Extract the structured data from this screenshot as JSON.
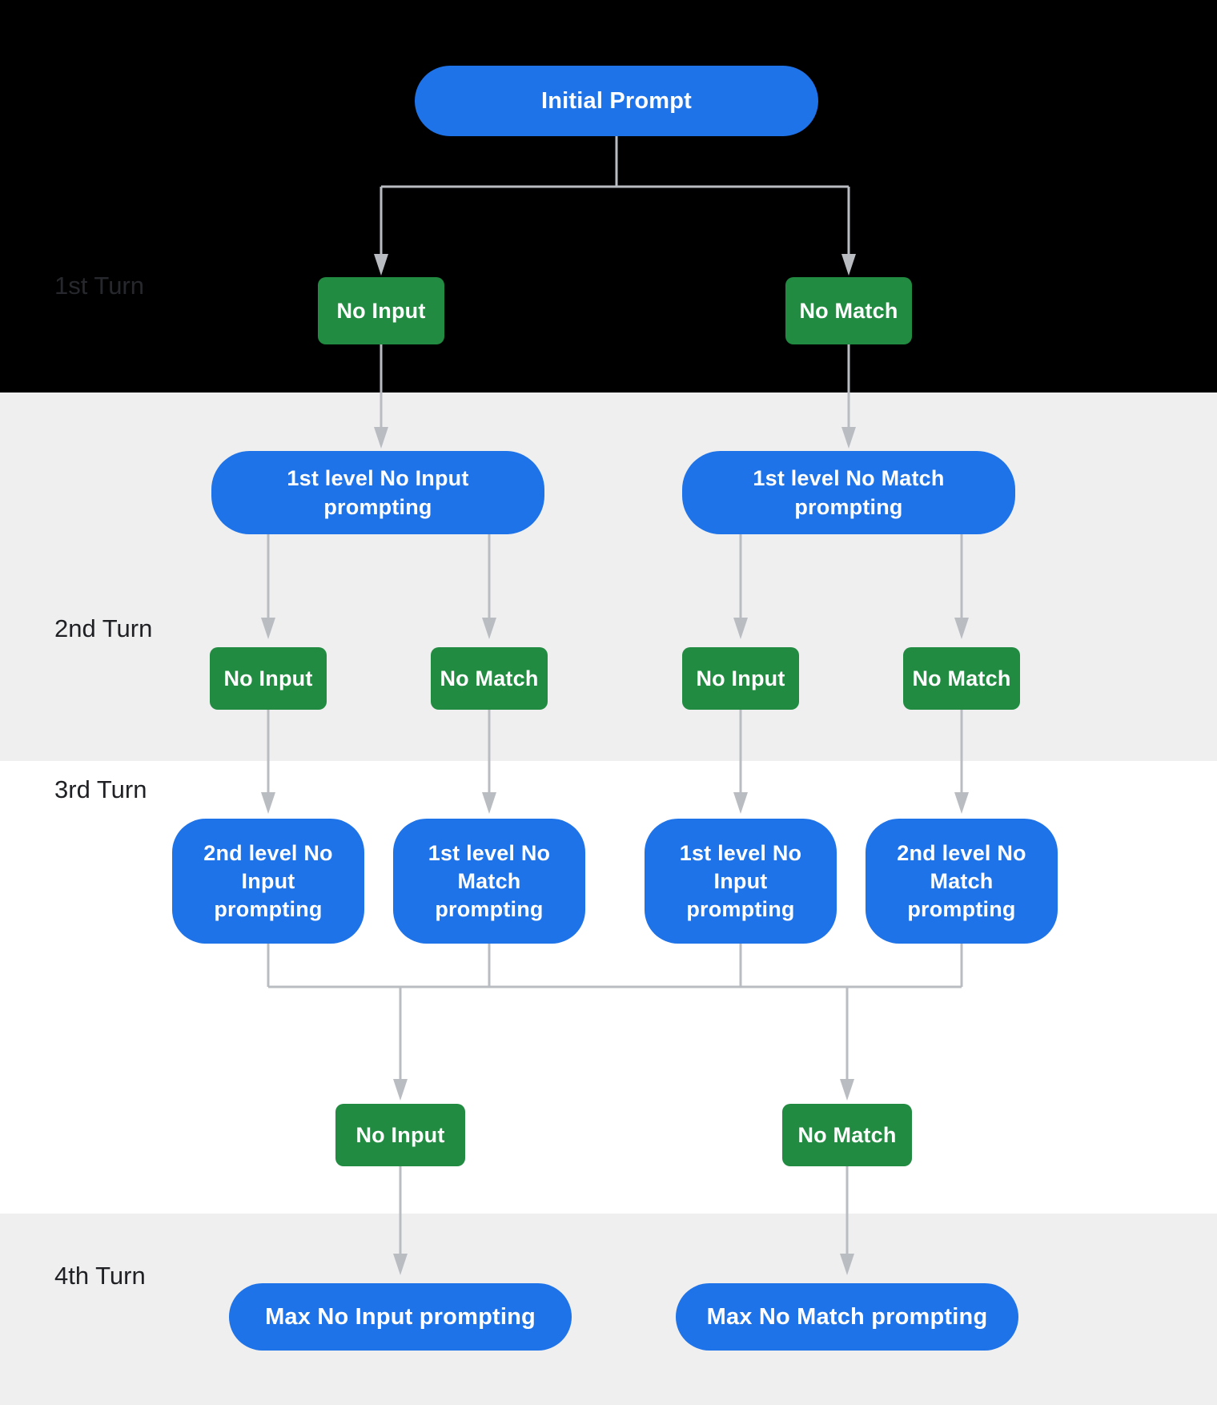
{
  "diagram": {
    "description": "Conversation re-prompting flow over four turns",
    "colors": {
      "prompt_node_blue": "#1E73E8",
      "event_node_green": "#218C41",
      "connector_gray": "#B9BDC2",
      "band_black": "#000000",
      "band_light_gray": "#EFEFF0",
      "band_white": "#FFFFFF",
      "turn_label_dark": "#202124",
      "turn_label_on_black": "#26282D",
      "node_text": "#FFFFFF"
    },
    "turn_labels": [
      {
        "label": "1st Turn"
      },
      {
        "label": "2nd Turn"
      },
      {
        "label": "3rd Turn"
      },
      {
        "label": "4th Turn"
      }
    ],
    "nodes": {
      "initial_prompt": {
        "label": "Initial Prompt"
      },
      "turn1_events": [
        {
          "label": "No Input"
        },
        {
          "label": "No Match"
        }
      ],
      "turn2_prompts": [
        {
          "label": "1st level No Input\nprompting"
        },
        {
          "label": "1st level No Match\nprompting"
        }
      ],
      "turn2_events": [
        {
          "label": "No Input"
        },
        {
          "label": "No Match"
        },
        {
          "label": "No Input"
        },
        {
          "label": "No Match"
        }
      ],
      "turn3_prompts": [
        {
          "label": "2nd level No\nInput\nprompting"
        },
        {
          "label": "1st level No\nMatch\nprompting"
        },
        {
          "label": "1st level No\nInput\nprompting"
        },
        {
          "label": "2nd level No\nMatch\nprompting"
        }
      ],
      "turn3_events": [
        {
          "label": "No Input"
        },
        {
          "label": "No Match"
        }
      ],
      "turn4_prompts": [
        {
          "label": "Max No Input prompting"
        },
        {
          "label": "Max No Match prompting"
        }
      ]
    }
  }
}
